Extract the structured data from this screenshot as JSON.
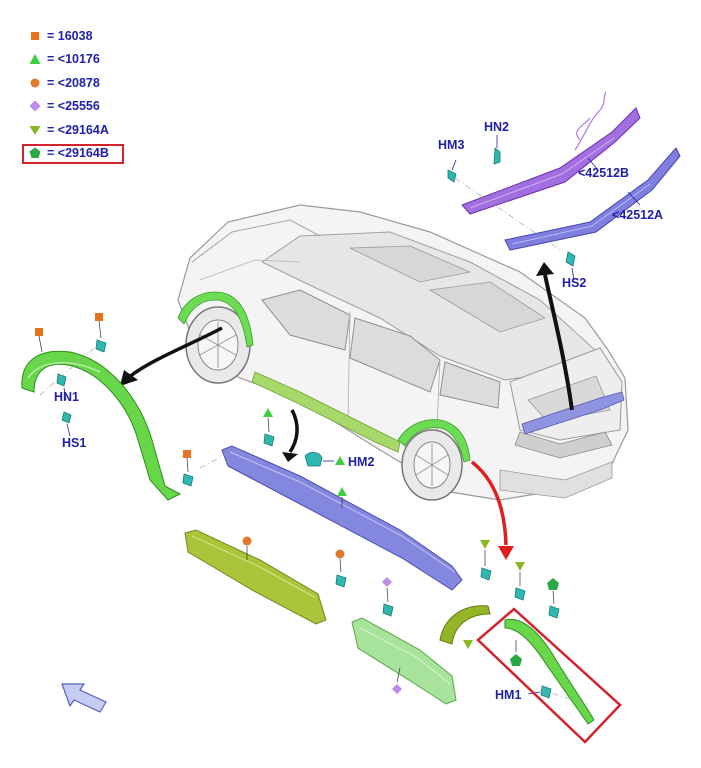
{
  "legend": [
    {
      "symbol": "orange-square-icon",
      "color": "#e8731c",
      "text": "= 16038"
    },
    {
      "symbol": "green-triangle-icon",
      "color": "#3fce3f",
      "text": "= <10176"
    },
    {
      "symbol": "orange-circle-icon",
      "color": "#e07a2a",
      "text": "= <20878"
    },
    {
      "symbol": "violet-diamond-icon",
      "color": "#c08ae8",
      "text": "= <25556"
    },
    {
      "symbol": "olive-triangle-down-icon",
      "color": "#8ab823",
      "text": "= <29164A"
    },
    {
      "symbol": "green-pentagon-icon",
      "color": "#2aa845",
      "text": "= <29164B",
      "highlighted": true
    }
  ],
  "labels": {
    "hm3": "HM3",
    "hn2": "HN2",
    "part_42512b": "<42512B",
    "part_42512a": "<42512A",
    "hs2": "HS2",
    "hn1": "HN1",
    "hs1": "HS1",
    "hm2": "HM2",
    "hm1": "HM1"
  },
  "colors": {
    "label": "#1f1fa8",
    "highlight": "#d3232c",
    "fender_green": "#5ed94a",
    "sill_blue": "#7b7fd8",
    "molding_olive": "#a9c53a",
    "spoiler_purple": "#9c5fd6"
  }
}
